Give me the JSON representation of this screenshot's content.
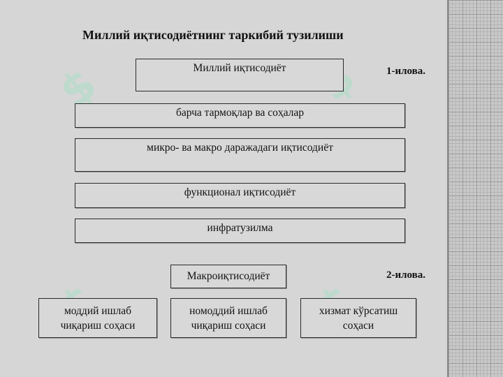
{
  "title": "Миллий иқтисодиётнинг таркибий тузилиши",
  "figure1_label": "1-илова.",
  "figure2_label": "2-илова.",
  "diagram1": {
    "top_box": "Миллий иқтисодиёт",
    "levels": [
      "барча тармоқлар ва соҳалар",
      "микро- ва макро даражадаги иқтисодиёт",
      "функционал иқтисодиёт",
      "инфратузилма"
    ]
  },
  "diagram2": {
    "root": "Макроиқтисодиёт",
    "children": [
      {
        "line1": "моддий ишлаб",
        "line2": "чиқариш соҳаси"
      },
      {
        "line1": "номоддий ишлаб",
        "line2": "чиқариш соҳаси"
      },
      {
        "line1": "хизмат кўрсатиш",
        "line2": "соҳаси"
      }
    ]
  },
  "colors": {
    "slide_bg": "#d6d6d6",
    "box_border": "#2a2a2a",
    "watermark": "#8fe3bf"
  }
}
